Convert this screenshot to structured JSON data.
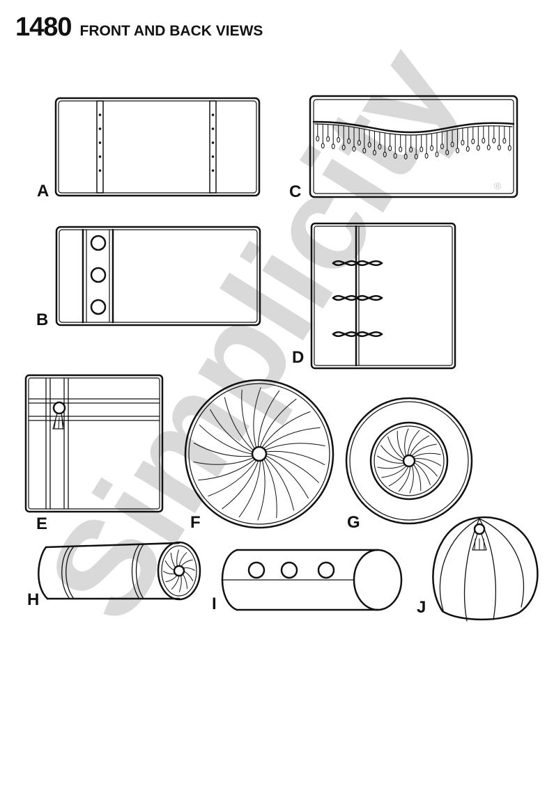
{
  "header": {
    "pattern_number": "1480",
    "subtitle": "FRONT AND BACK VIEWS"
  },
  "watermark": {
    "text": "Simplicity",
    "registered": "®"
  },
  "views": [
    {
      "id": "A",
      "label": "A"
    },
    {
      "id": "B",
      "label": "B"
    },
    {
      "id": "C",
      "label": "C"
    },
    {
      "id": "D",
      "label": "D"
    },
    {
      "id": "E",
      "label": "E"
    },
    {
      "id": "F",
      "label": "F"
    },
    {
      "id": "G",
      "label": "G"
    },
    {
      "id": "H",
      "label": "H"
    },
    {
      "id": "I",
      "label": "I"
    },
    {
      "id": "J",
      "label": "J"
    }
  ]
}
